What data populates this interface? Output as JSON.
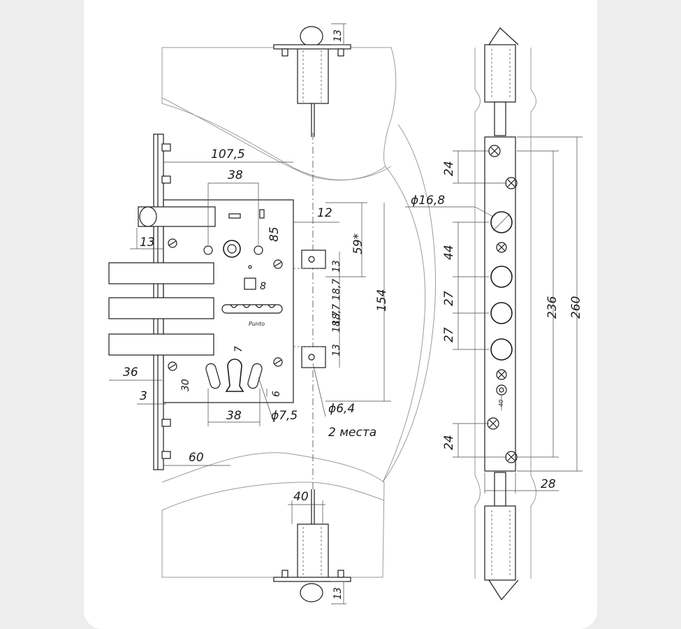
{
  "dimensions": {
    "d_107_5": "107,5",
    "d_38_top": "38",
    "d_12": "12",
    "d_59": "59*",
    "d_13_left": "13",
    "d_85": "85",
    "d_13_a": "13",
    "d_18_7a": "18,7",
    "d_18_7b": "18,7",
    "d_18_7c": "18,7",
    "d_13_b": "13",
    "d_154": "154",
    "d_8": "8",
    "d_7": "7",
    "d_30": "30",
    "d_6": "6",
    "d_36": "36",
    "d_3": "3",
    "d_38_bottom": "38",
    "d_phi7_5": "ϕ7,5",
    "d_phi6_4": "ϕ6,4",
    "d_2places": "2 места",
    "d_60": "60",
    "d_40": "40",
    "d_13_topbolt": "13",
    "d_13_bottombolt": "13",
    "d_phi16_8": "ϕ16,8",
    "d_24_top": "24",
    "d_44": "44",
    "d_27a": "27",
    "d_27b": "27",
    "d_24_bottom": "24",
    "d_40_small": "40",
    "d_236": "236",
    "d_260": "260",
    "d_28": "28",
    "brand_mark": "Punto"
  }
}
